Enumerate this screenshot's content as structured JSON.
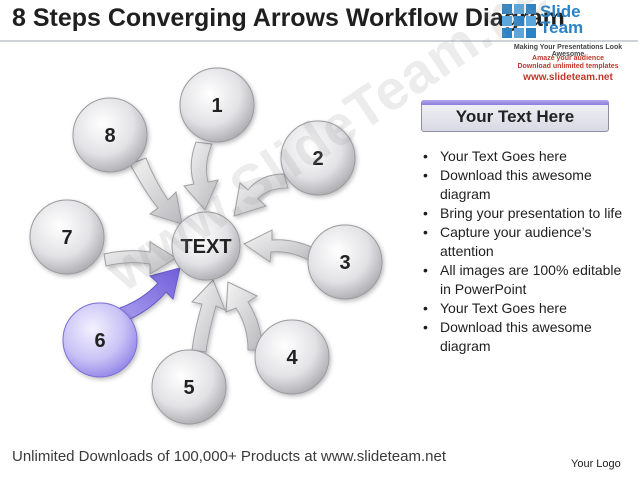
{
  "title": "8 Steps Converging Arrows Workflow Diagram",
  "brand": {
    "name_line1": "Slide",
    "name_line2": "Team",
    "tagline": "Making Your Presentations Look Awesome",
    "promo_line1": "Amaze your audience",
    "promo_line2": "Download unlimited templates",
    "url": "www.slideteam.net"
  },
  "diagram": {
    "center_label": "TEXT",
    "steps": [
      "1",
      "2",
      "3",
      "4",
      "5",
      "6",
      "7",
      "8"
    ],
    "highlight_step": "6",
    "colors": {
      "circle_light": "#ffffff",
      "circle_dark": "#a9a9ad",
      "highlight_light": "#f4f2ff",
      "highlight_dark": "#8f83e6",
      "arrow_light": "#f3f3f3",
      "arrow_dark": "#b9b9bd",
      "highlight_arrow": "#7f6fe0"
    }
  },
  "panel": {
    "heading": "Your Text Here",
    "bullets": [
      "Your Text Goes here",
      "Download this awesome diagram",
      "Bring your presentation to life",
      "Capture your audience’s attention",
      "All images are 100% editable in PowerPoint",
      "Your Text Goes here",
      "Download this awesome diagram"
    ]
  },
  "footer": "Unlimited Downloads of 100,000+ Products at www.slideteam.net",
  "logo_placeholder": "Your Logo",
  "watermark": "www.SlideTeam.net"
}
